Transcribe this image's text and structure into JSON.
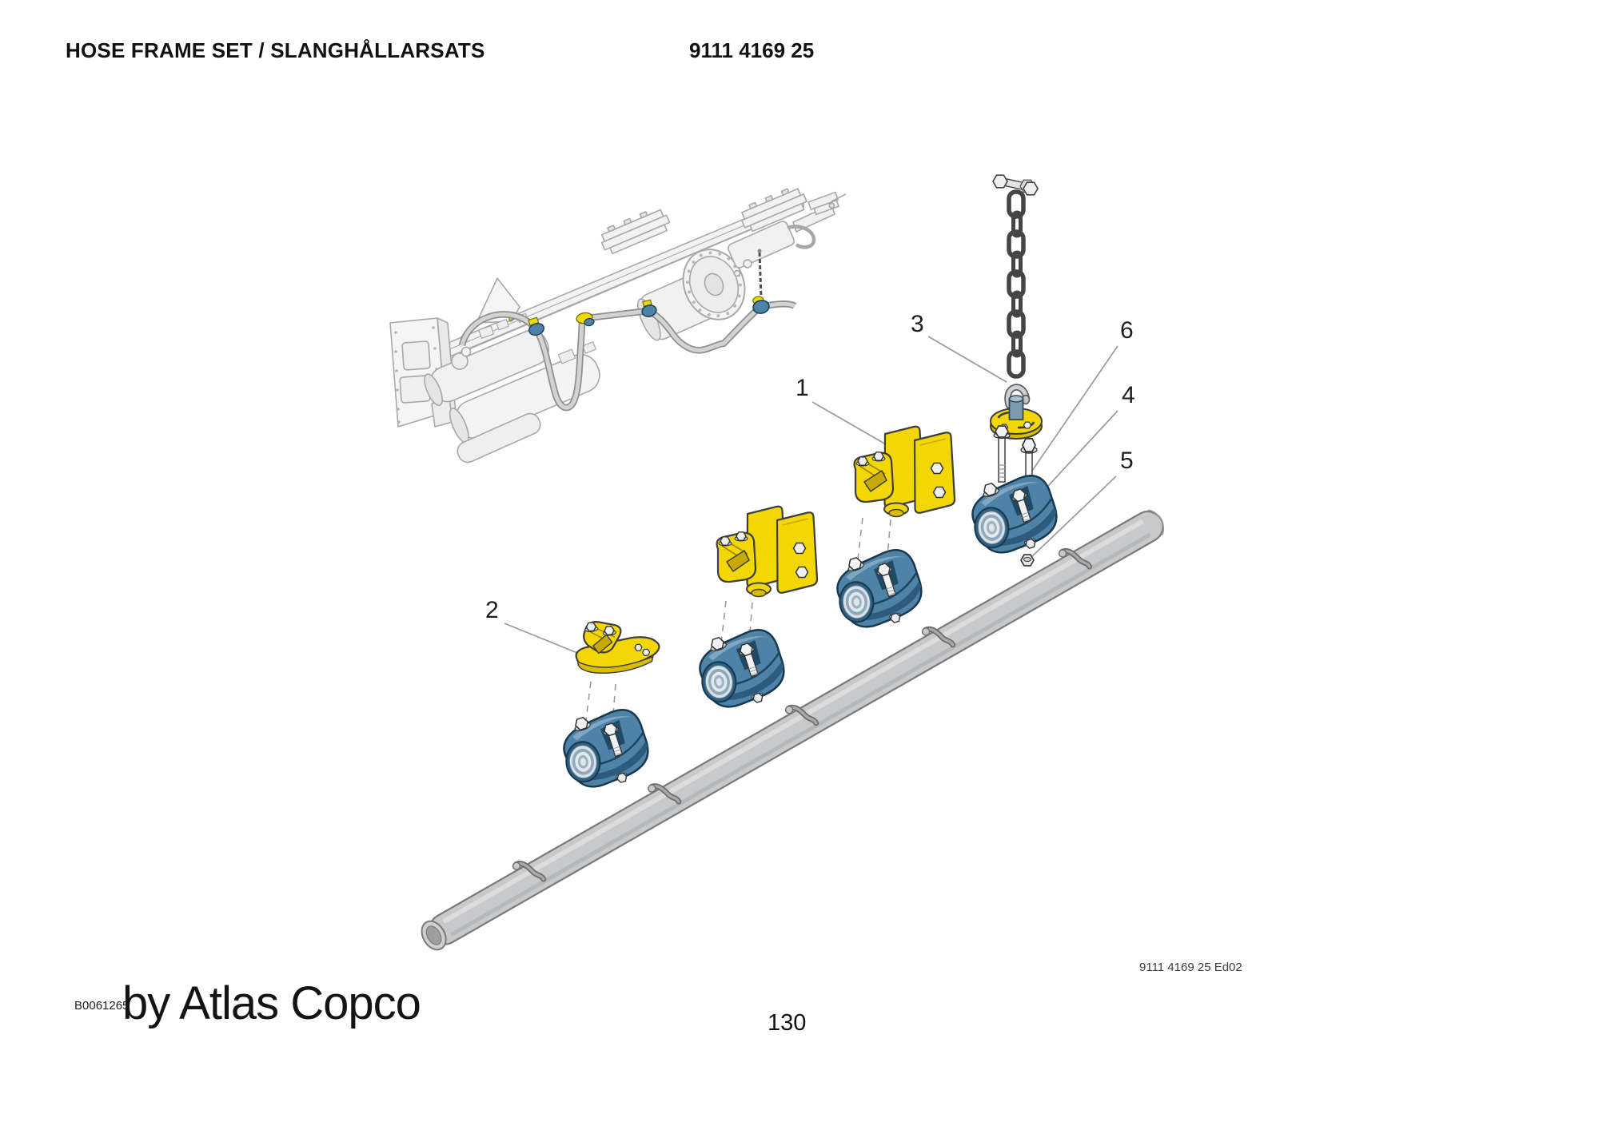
{
  "header": {
    "title": "HOSE FRAME SET / SLANGHÅLLARSATS",
    "document_number": "9111 4169 25"
  },
  "diagram": {
    "callouts": [
      {
        "label": "1"
      },
      {
        "label": "2"
      },
      {
        "label": "3"
      },
      {
        "label": "4"
      },
      {
        "label": "5"
      },
      {
        "label": "6"
      }
    ],
    "colors": {
      "part_yellow": "#F2D703",
      "part_yellow_shade": "#C7A900",
      "part_blue": "#4F82A7",
      "part_blue_shade": "#2C5B7E",
      "tube_gray": "#C8C9CB",
      "machine_line_gray": "#A8A8A8",
      "chain_dark_gray": "#474747",
      "leader_gray": "#9A9A9A"
    }
  },
  "footer": {
    "figure_code": "B0061265",
    "brand_text": "by Atlas Copco",
    "edition_code": "9111 4169 25 Ed02",
    "page_number": "130"
  }
}
